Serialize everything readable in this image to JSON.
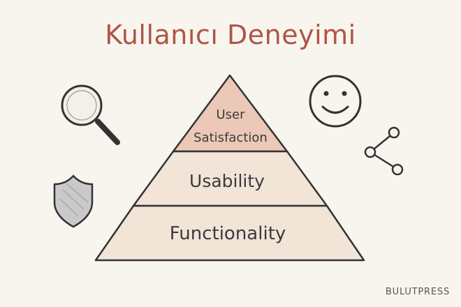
{
  "title": "Kullanıcı Deneyimi",
  "pyramid": {
    "top_line1": "User",
    "top_line2": "Satisfaction",
    "middle": "Usability",
    "bottom": "Functionality"
  },
  "icons": [
    "magnifier-icon",
    "shield-icon",
    "smiley-icon",
    "share-icon"
  ],
  "colors": {
    "title": "#ae5549",
    "top_fill": "#ecc8b8",
    "level_fill": "#f3e4d8",
    "outline": "#333333"
  },
  "brand": "BULUTPRESS"
}
